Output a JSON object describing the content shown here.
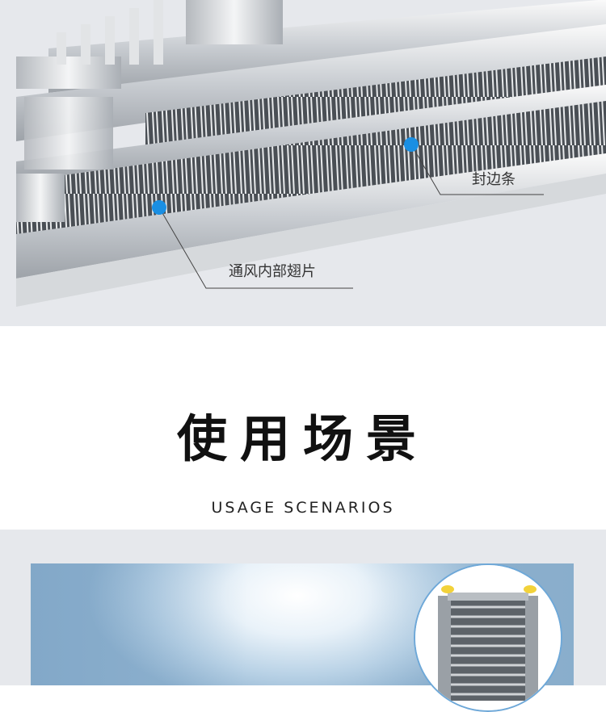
{
  "callouts": {
    "edge_strip": "封边条",
    "inner_fins": "通风内部翅片"
  },
  "section": {
    "title": "使用场景",
    "subtitle": "USAGE SCENARIOS"
  },
  "colors": {
    "panel_bg": "#e6e8ec",
    "marker_blue": "#1a8fe3",
    "circle_border": "#6ea8d8"
  }
}
